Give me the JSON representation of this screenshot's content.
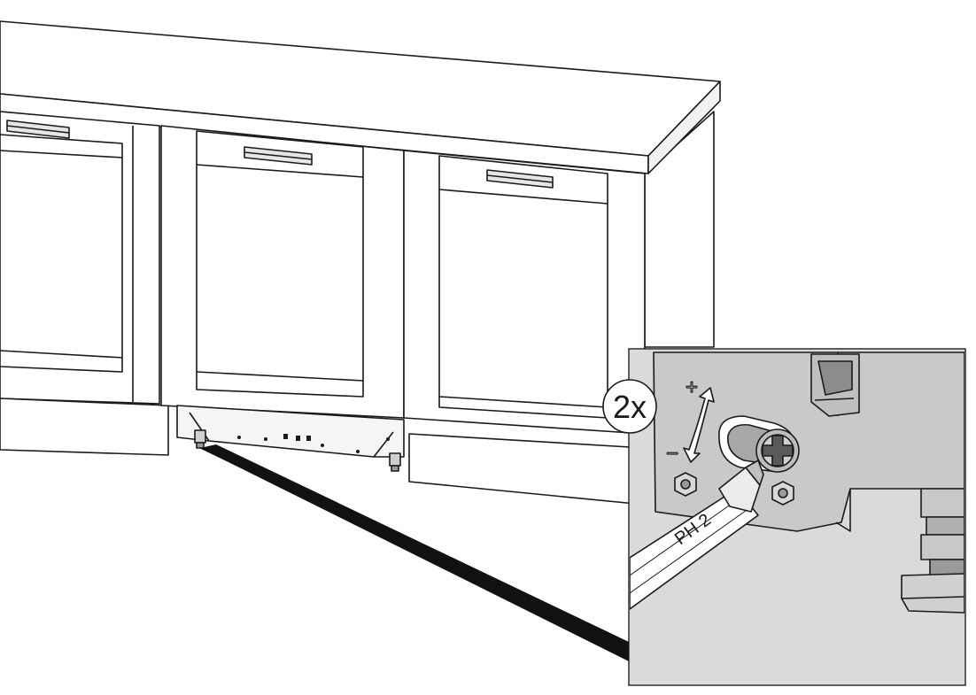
{
  "callout": {
    "count_label": "2x",
    "tool_label": "PH 2"
  },
  "symbols": {
    "plus": "+",
    "minus": "−",
    "count_icon": "circle-badge",
    "adjust_icon": "curved-double-arrow"
  },
  "colors": {
    "line": "#1a1a1a",
    "panel": "#ffffff",
    "inset_bg": "#d9d9d9",
    "inset_plate": "#c8c8c8",
    "shadow": "#9a9a9a",
    "wedge": "#111111"
  }
}
